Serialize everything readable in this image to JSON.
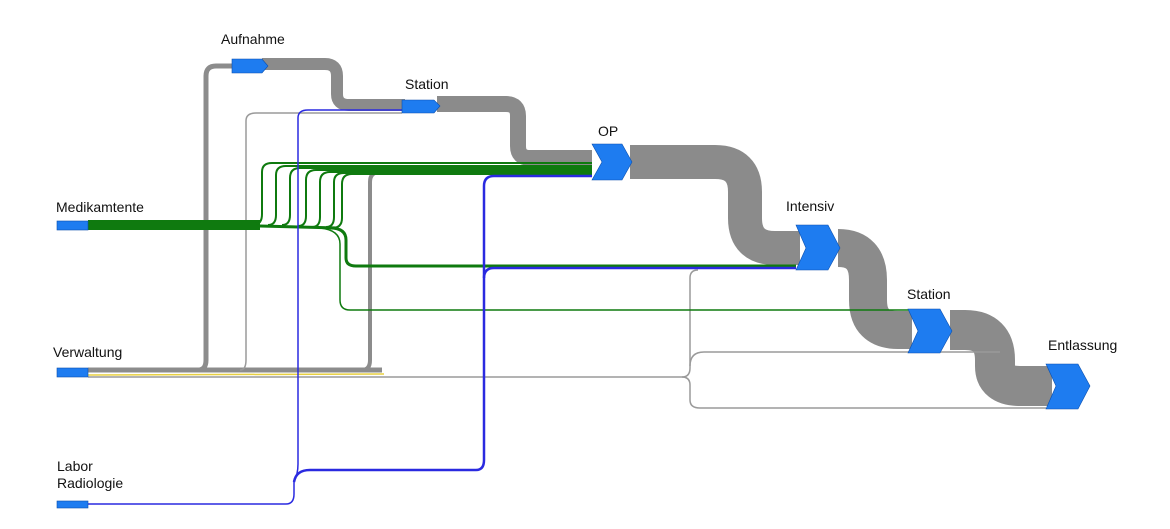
{
  "labels": {
    "aufnahme": "Aufnahme",
    "station_top": "Station",
    "op": "OP",
    "intensiv": "Intensiv",
    "station_bottom": "Station",
    "entlassung": "Entlassung",
    "medikamente": "Medikamtente",
    "verwaltung": "Verwaltung",
    "labor": "Labor",
    "radiologie": "Radiologie"
  },
  "colors": {
    "main_flow": "#8a8a8a",
    "node": "#1e7cf0",
    "medikamente": "#0f7a0f",
    "verwaltung": "#8c8c8c",
    "labor": "#2a2ae0",
    "accent_yellow": "#e8d040"
  }
}
